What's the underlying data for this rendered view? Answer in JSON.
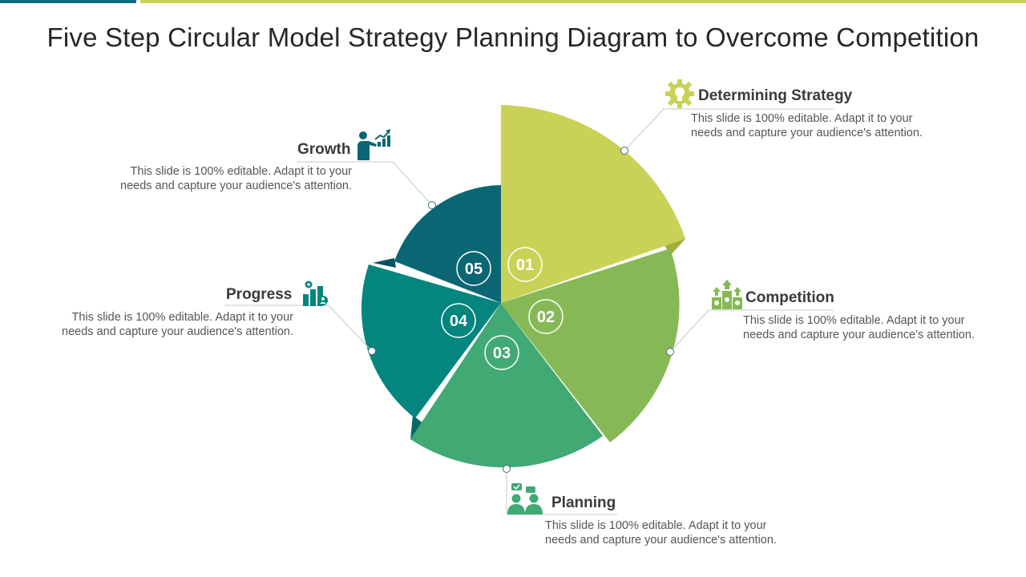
{
  "title": "Five Step Circular Model Strategy Planning Diagram to Overcome Competition",
  "colors": {
    "accent_dark": "#0e6e7a",
    "accent_lime": "#c9d256",
    "step_01": "#c9d256",
    "step_02": "#86b955",
    "step_03": "#41a973",
    "step_04": "#04857d",
    "step_05": "#0b6674"
  },
  "steps": [
    {
      "number": "01",
      "heading": "Determining Strategy",
      "icon": "gear-bulb-icon",
      "text": "This slide is 100% editable. Adapt it to your needs and capture your audience's attention."
    },
    {
      "number": "02",
      "heading": "Competition",
      "icon": "podium-dollar-icon",
      "text": "This slide is 100% editable. Adapt it to your needs and capture your audience's attention."
    },
    {
      "number": "03",
      "heading": "Planning",
      "icon": "two-people-chat-icon",
      "text": "This slide is 100% editable. Adapt it to your needs and capture your audience's attention."
    },
    {
      "number": "04",
      "heading": "Progress",
      "icon": "bar-chart-gear-icon",
      "text": "This slide is 100% editable. Adapt it to your needs and capture your audience's attention."
    },
    {
      "number": "05",
      "heading": "Growth",
      "icon": "presenter-chart-icon",
      "text": "This slide is 100% editable. Adapt it to your needs and capture your audience's attention."
    }
  ]
}
